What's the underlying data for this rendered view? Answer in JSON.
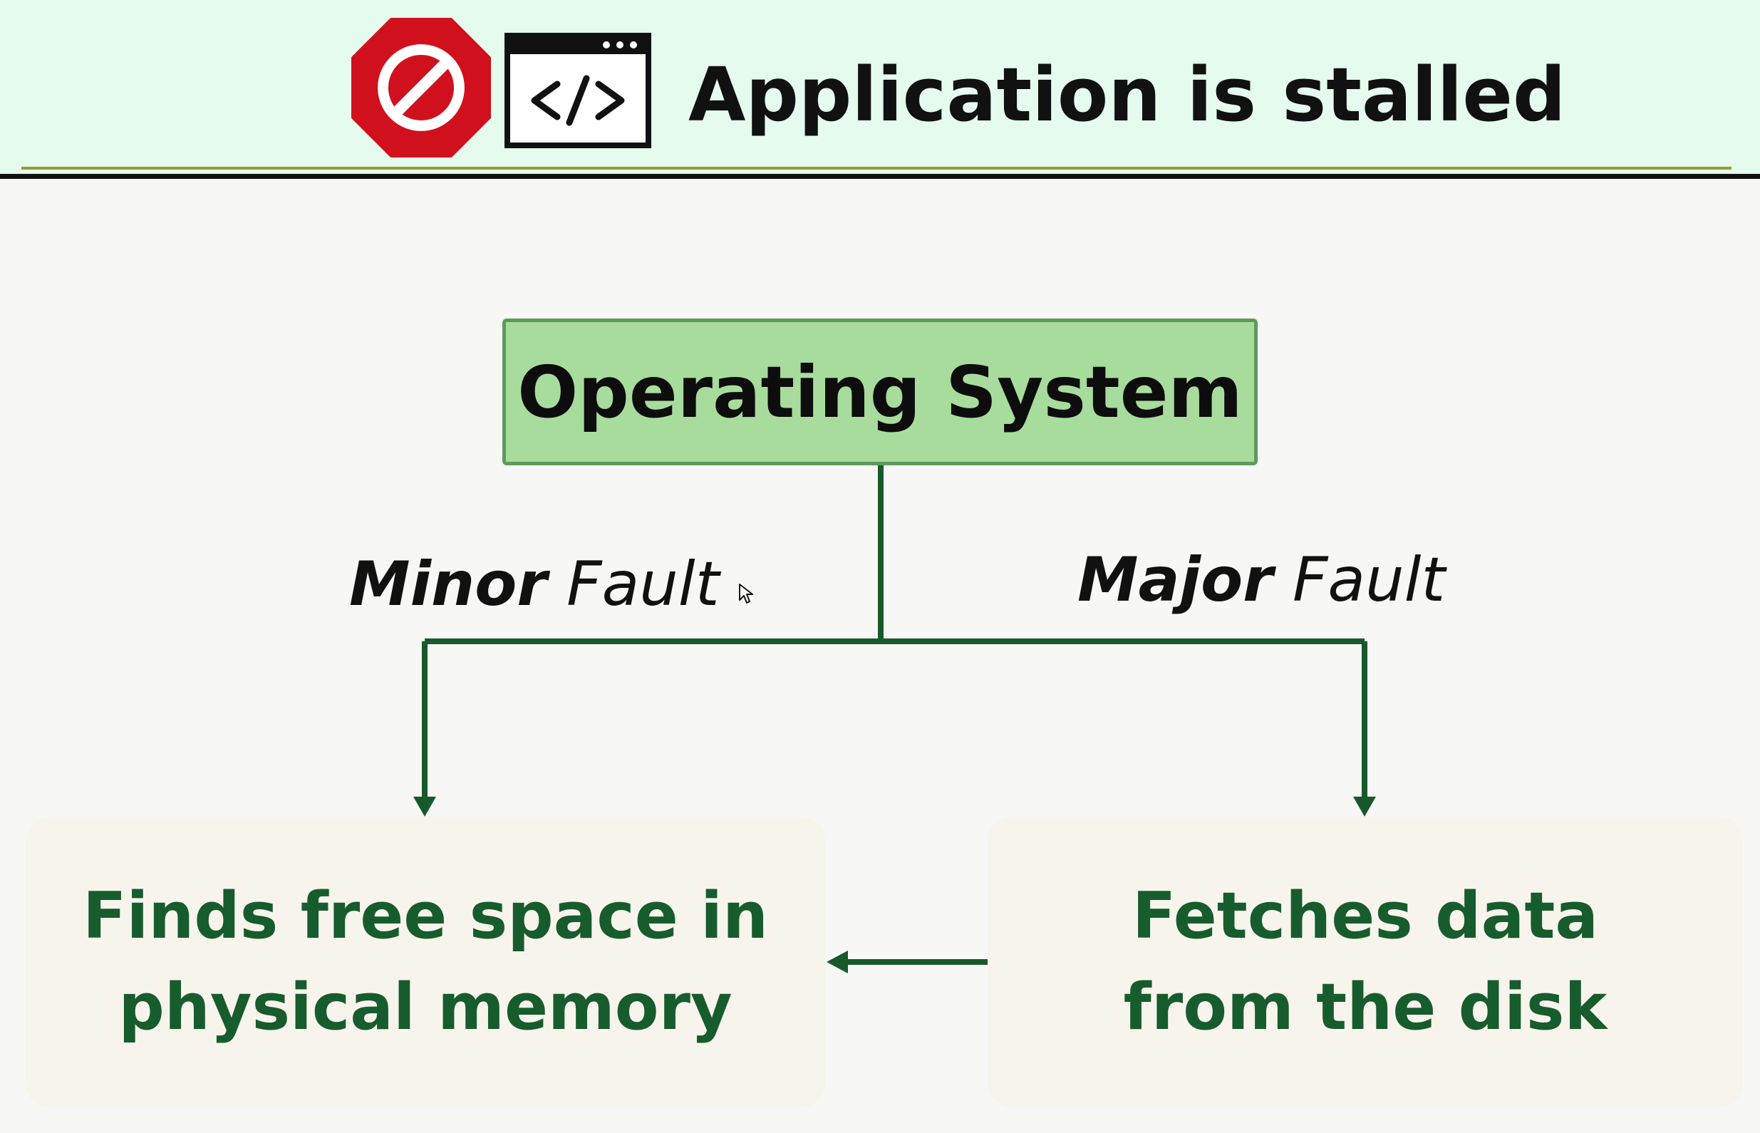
{
  "header": {
    "title": "Application is stalled",
    "stop_icon": "stop-sign-icon",
    "code_icon": "code-window-icon",
    "background_color": "#e4fbed"
  },
  "diagram": {
    "root": "Operating System",
    "branches": {
      "minor": {
        "strong": "Minor",
        "rest": "Fault"
      },
      "major": {
        "strong": "Major",
        "rest": "Fault"
      }
    },
    "left_result": {
      "line1": "Finds free space in",
      "line2": "physical memory"
    },
    "right_result": {
      "line1": "Fetches data",
      "line2": "from the disk"
    },
    "colors": {
      "root_fill": "#a8dc9c",
      "root_border": "#5e9a5e",
      "connector": "#17592b",
      "result_text": "#175c2d",
      "result_fill": "#f7f4ec",
      "stop_red": "#d0111d"
    }
  }
}
